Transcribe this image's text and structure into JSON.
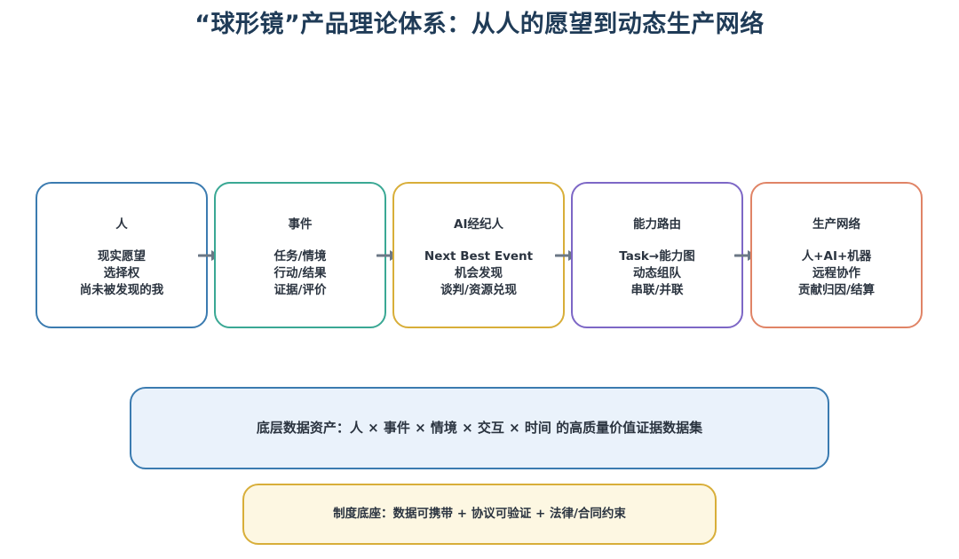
{
  "title": "“球形镜”产品理论体系：从人的愿望到动态生产网络",
  "stages": [
    {
      "heading": "人",
      "lines": [
        "现实愿望",
        "选择权",
        "尚未被发现的我"
      ],
      "color": "#3b7bb0"
    },
    {
      "heading": "事件",
      "lines": [
        "任务/情境",
        "行动/结果",
        "证据/评价"
      ],
      "color": "#3aa894"
    },
    {
      "heading": "AI经纪人",
      "lines": [
        "Next Best Event",
        "机会发现",
        "谈判/资源兑现"
      ],
      "color": "#d8ae39"
    },
    {
      "heading": "能力路由",
      "lines": [
        "Task→能力图",
        "动态组队",
        "串联/并联"
      ],
      "color": "#7d67c6"
    },
    {
      "heading": "生产网络",
      "lines": [
        "人+AI+机器",
        "远程协作",
        "贡献归因/结算"
      ],
      "color": "#e08466"
    }
  ],
  "arrow_color": "#6b7785",
  "data_layer": {
    "text": "底层数据资产：人 × 事件 × 情境 × 交互 × 时间 的高质量价值证据数据集",
    "border_color": "#3b7bb0",
    "fill_color": "#eaf2fb"
  },
  "system_layer": {
    "text": "制度底座：数据可携带 + 协议可验证 + 法律/合同约束",
    "border_color": "#d8ae39",
    "fill_color": "#fdf7e2"
  }
}
